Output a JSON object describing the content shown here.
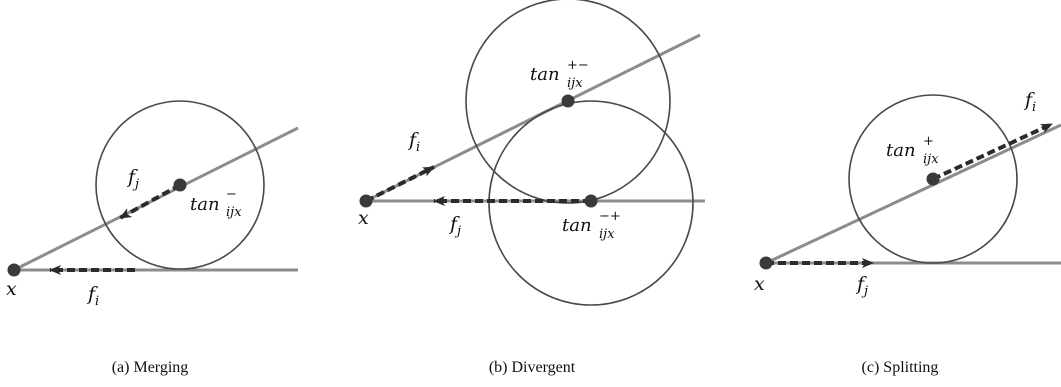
{
  "colors": {
    "line": "#8c8c8c",
    "circle": "#4a4a4a",
    "arrow": "#2b2b2b",
    "point": "#3a3a3a",
    "text": "#111111"
  },
  "panels": [
    {
      "id": "merging",
      "caption": "(a) Merging",
      "labels": {
        "x": "x",
        "fi_base": "f",
        "fi_sub": "i",
        "fj_base": "f",
        "fj_sub": "j",
        "tan_base": "tan",
        "tan_sub": "ijx",
        "tan_sup": "−"
      }
    },
    {
      "id": "divergent",
      "caption": "(b) Divergent",
      "labels": {
        "x": "x",
        "fi_base": "f",
        "fi_sub": "i",
        "fj_base": "f",
        "fj_sub": "j",
        "tan1_base": "tan",
        "tan1_sub": "ijx",
        "tan1_sup": "+−",
        "tan2_base": "tan",
        "tan2_sub": "ijx",
        "tan2_sup": "−+"
      }
    },
    {
      "id": "splitting",
      "caption": "(c) Splitting",
      "labels": {
        "x": "x",
        "fi_base": "f",
        "fi_sub": "i",
        "fj_base": "f",
        "fj_sub": "j",
        "tan_base": "tan",
        "tan_sub": "ijx",
        "tan_sup": "+"
      }
    }
  ]
}
